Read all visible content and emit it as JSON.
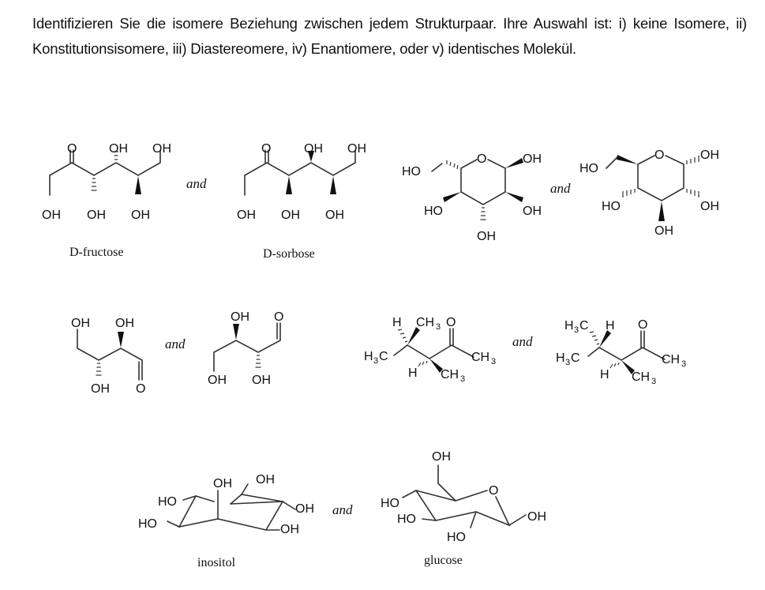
{
  "question": {
    "text": "Identifizieren Sie die isomere Beziehung zwischen jedem Strukturpaar. Ihre Auswahl ist: i) keine Isomere, ii) Konstitutionsisomere, iii) Diastereomere, iv) Enantiomere, oder v) identisches Molekül."
  },
  "connector": "and",
  "pairs": [
    {
      "id": 1,
      "left": {
        "name": "D-fructose",
        "labels": [
          "O",
          "OH",
          "OH",
          "OH",
          "OH",
          "OH"
        ]
      },
      "right": {
        "name": "D-sorbose",
        "labels": [
          "O",
          "OH",
          "OH",
          "OH",
          "OH",
          "OH"
        ]
      }
    },
    {
      "id": 2,
      "left": {
        "name": "",
        "labels": [
          "HO",
          "O",
          "OH",
          "HO",
          "OH",
          "OH"
        ]
      },
      "right": {
        "name": "",
        "labels": [
          "HO",
          "O",
          "OH",
          "HO",
          "OH",
          "OH"
        ]
      }
    },
    {
      "id": 3,
      "left": {
        "name": "",
        "labels": [
          "OH",
          "OH",
          "OH",
          "O"
        ]
      },
      "right": {
        "name": "",
        "labels": [
          "OH",
          "O",
          "OH",
          "OH"
        ]
      }
    },
    {
      "id": 4,
      "left": {
        "name": "",
        "labels": [
          "H",
          "CH",
          "3",
          "O",
          "H",
          "3",
          "C",
          "CH",
          "3",
          "H",
          "CH",
          "3"
        ]
      },
      "right": {
        "name": "",
        "labels": [
          "H",
          "3",
          "C",
          "H",
          "O",
          "H",
          "3",
          "C",
          "CH",
          "3",
          "H",
          "CH",
          "3"
        ]
      }
    },
    {
      "id": 5,
      "left": {
        "name": "inositol",
        "labels": [
          "OH",
          "OH",
          "HO",
          "OH",
          "HO",
          "OH"
        ]
      },
      "right": {
        "name": "glucose",
        "labels": [
          "OH",
          "O",
          "HO",
          "HO",
          "OH",
          "HO"
        ]
      }
    }
  ]
}
